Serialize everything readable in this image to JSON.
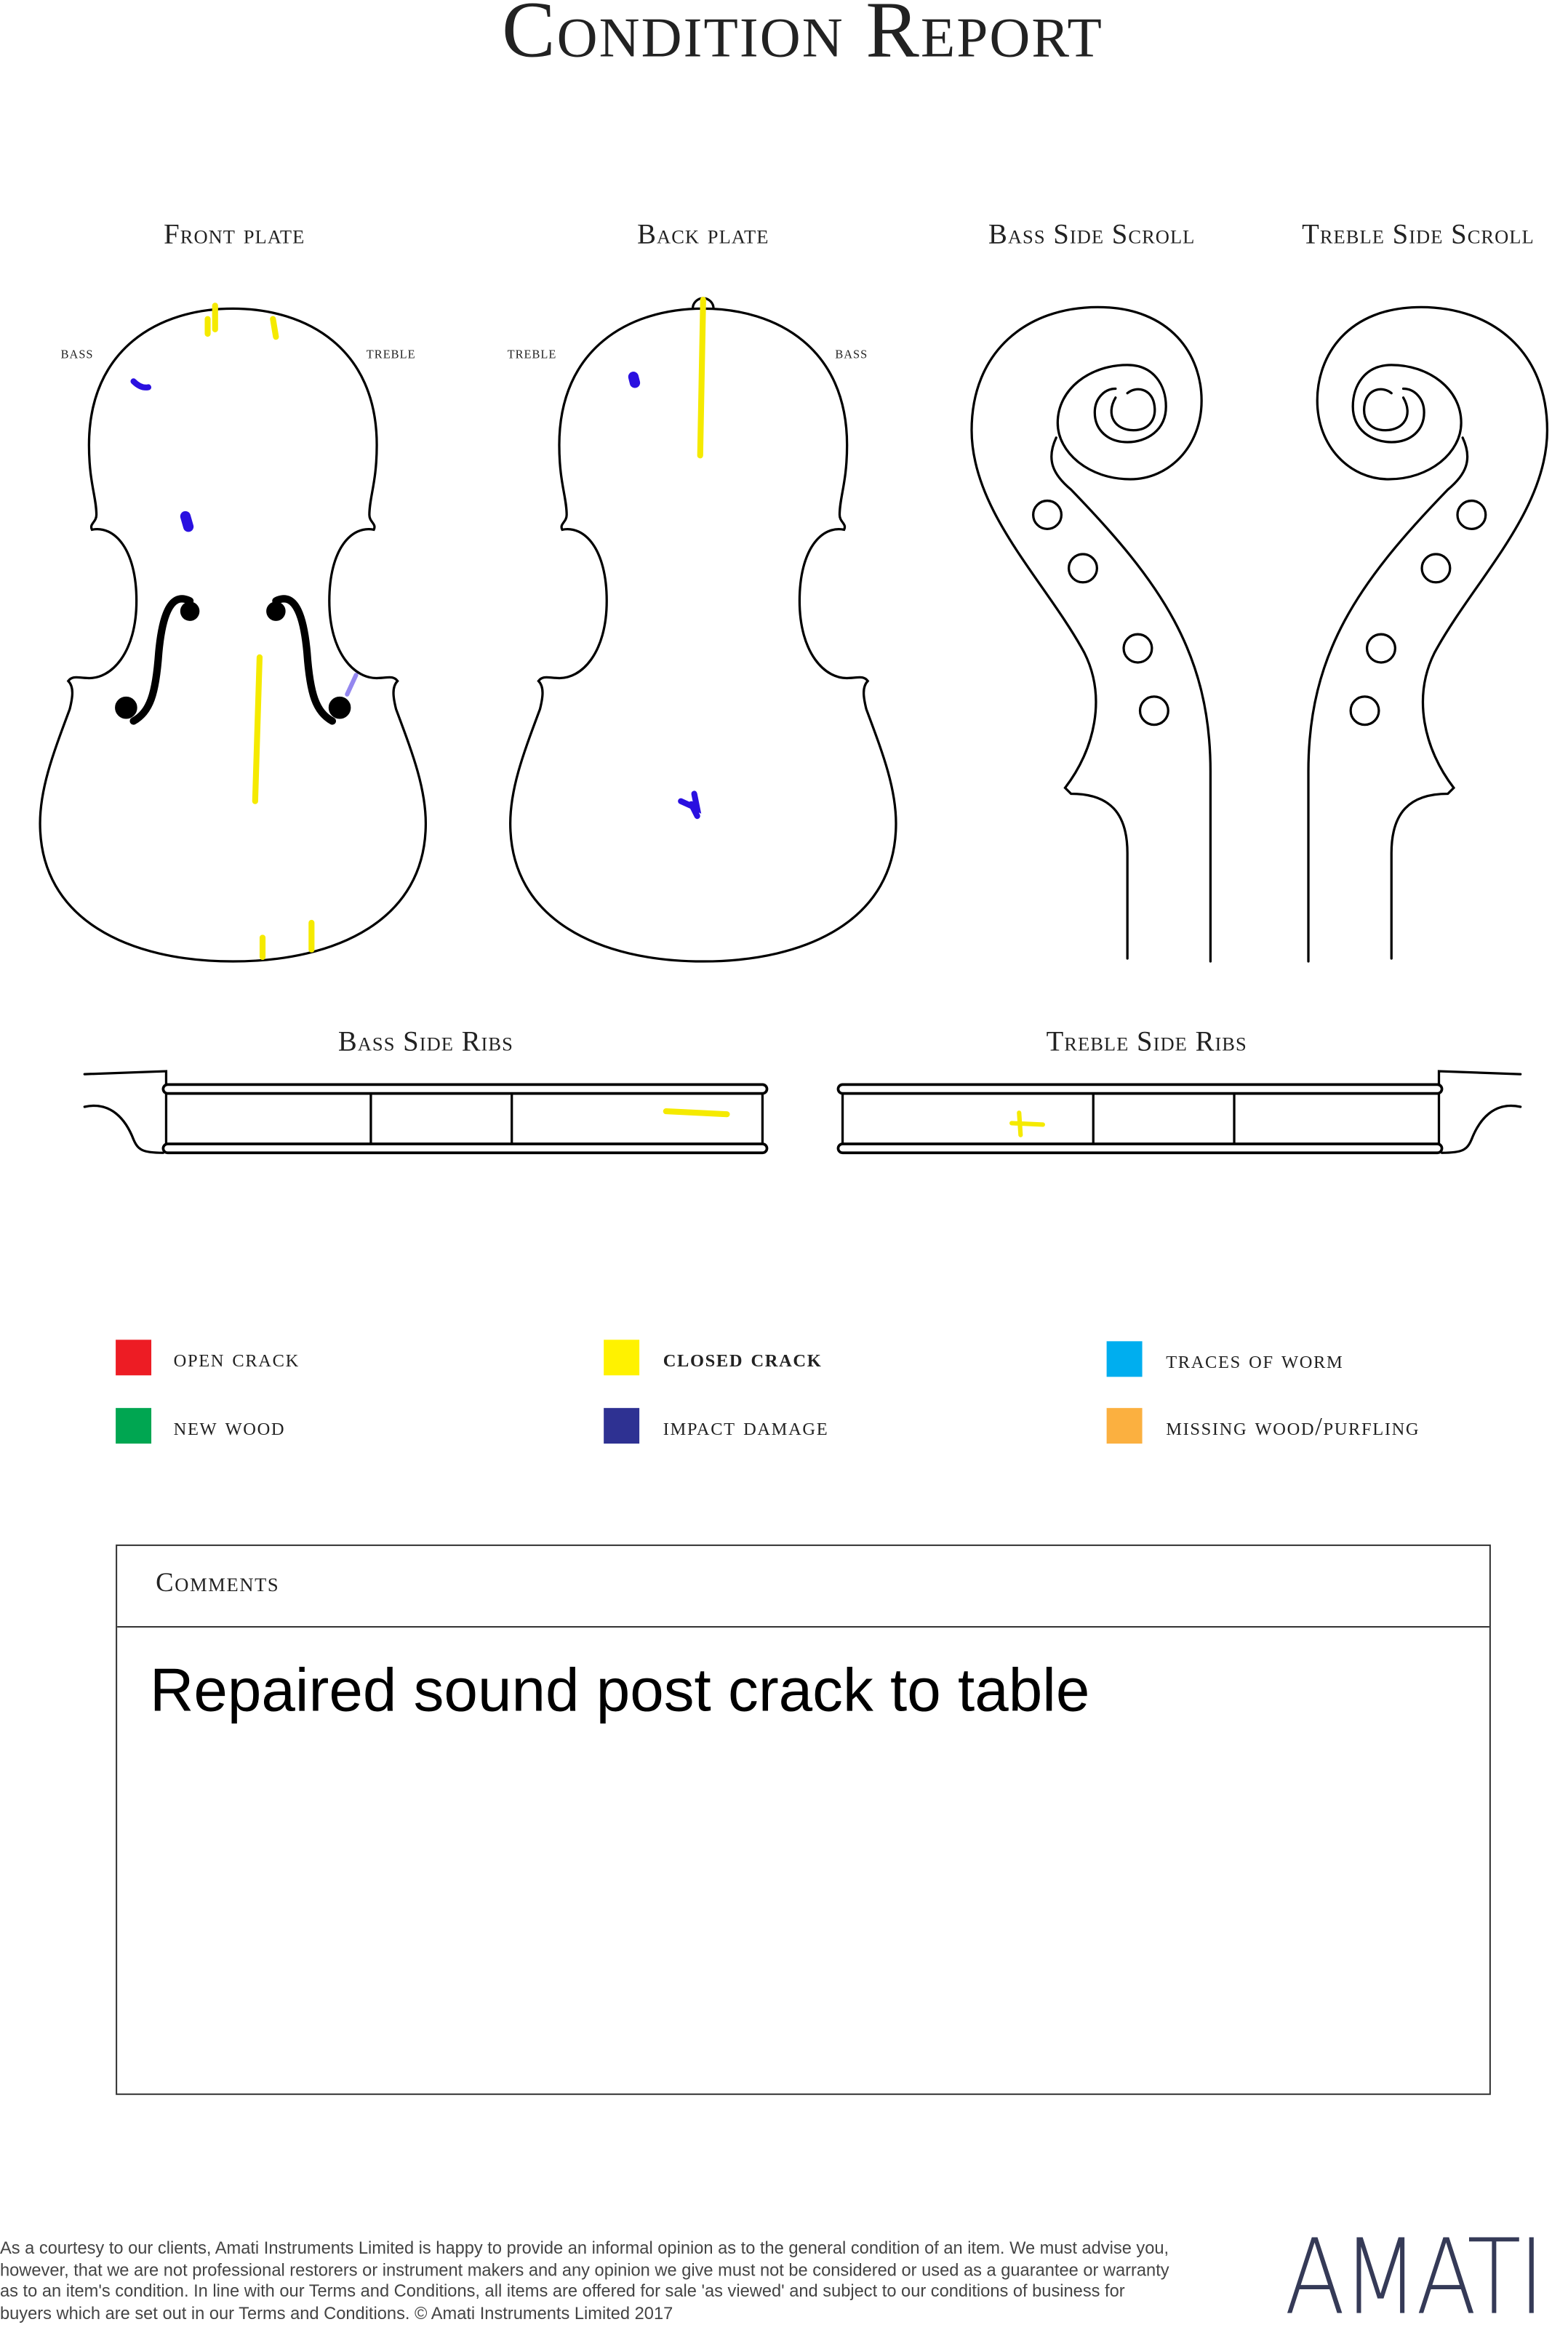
{
  "title": "Condition Report",
  "diagrams": {
    "front_plate": {
      "label": "Front plate",
      "left_side": "bass",
      "right_side": "treble"
    },
    "back_plate": {
      "label": "Back plate",
      "left_side": "treble",
      "right_side": "bass"
    },
    "bass_side_scroll": {
      "label": "Bass Side Scroll"
    },
    "treble_side_scroll": {
      "label": "Treble Side Scroll"
    },
    "bass_side_ribs": {
      "label": "Bass Side Ribs"
    },
    "treble_side_ribs": {
      "label": "Treble Side Ribs"
    }
  },
  "mark_colors": {
    "closed_crack": "#f5ea00",
    "impact_damage": "#2a10e0"
  },
  "legend": [
    {
      "label": "open crack",
      "color": "#ed1c24"
    },
    {
      "label": "closed crack",
      "color": "#fff200"
    },
    {
      "label": "traces of worm",
      "color": "#00aeef"
    },
    {
      "label": "new wood",
      "color": "#00a651"
    },
    {
      "label": "impact damage",
      "color": "#2e3192"
    },
    {
      "label": "missing wood/purfling",
      "color": "#fbb040"
    }
  ],
  "comments": {
    "label": "Comments",
    "text": "Repaired sound post crack to table"
  },
  "footer": {
    "disclaimer": "As a courtesy to our clients, Amati Instruments Limited is happy to provide an informal opinion as to the general condition of an item. We must advise you, however, that we are not professional restorers or instrument makers and any opinion we give must not be considered or used as a guarantee or warranty as to an item's condition. In line with our Terms and Conditions, all items are offered for sale 'as viewed' and subject to our conditions of business for buyers which are set out in our Terms and Conditions. © Amati Instruments Limited 2017",
    "logo": "AMATI"
  }
}
